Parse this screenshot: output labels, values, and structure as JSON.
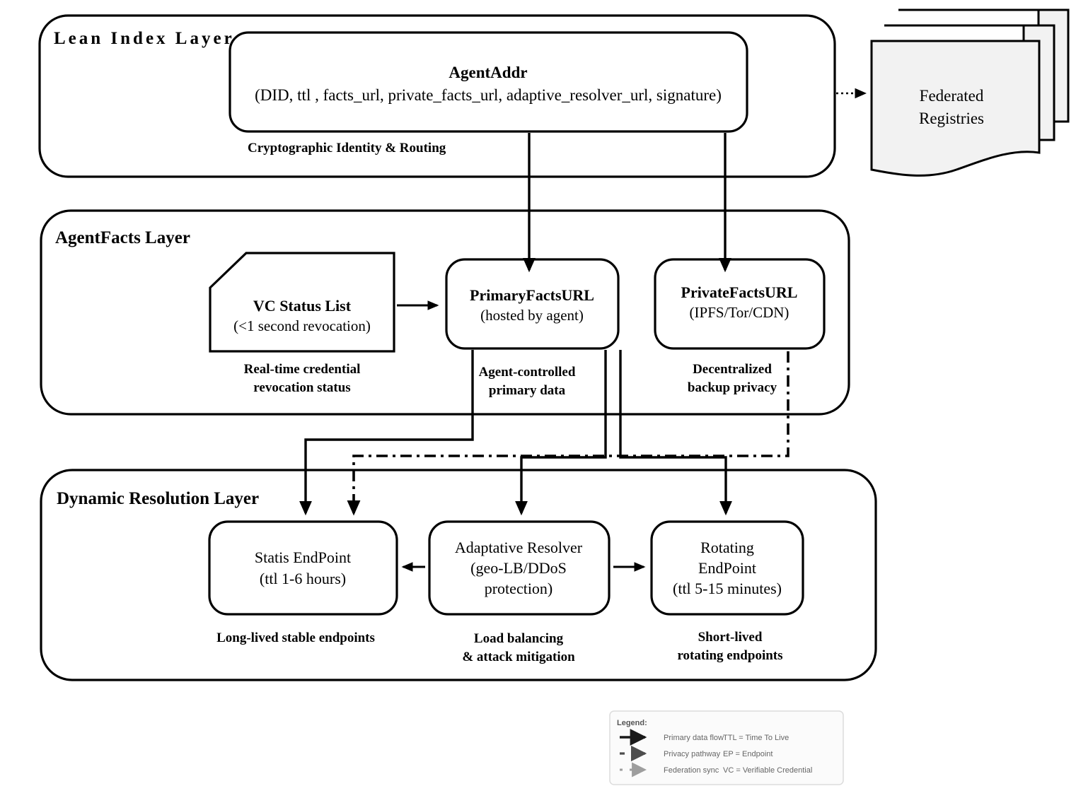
{
  "diagram": {
    "title": "Agent Addressing Layered Architecture",
    "background": "#ffffff",
    "ink": "#000000",
    "registry_fill": "#f2f2f2"
  },
  "layers": [
    {
      "id": "lean-index",
      "label": "Lean  Index  Layer"
    },
    {
      "id": "agentfacts",
      "label": "AgentFacts Layer"
    },
    {
      "id": "dynamic-resolution",
      "label": "Dynamic Resolution Layer"
    }
  ],
  "nodes": {
    "agentaddr": {
      "title": "AgentAddr",
      "signature": "(DID, ttl , facts_url, private_facts_url, adaptive_resolver_url, signature)",
      "caption": "Cryptographic Identity  &  Routing"
    },
    "federated_registries": {
      "line1": "Federated",
      "line2": "Registries"
    },
    "vc_status_list": {
      "title": "VC Status List",
      "subtitle": "(<1 second revocation)",
      "caption_line1": "Real-time credential",
      "caption_line2": "revocation status"
    },
    "primary_facts_url": {
      "title": "PrimaryFactsURL",
      "subtitle": "(hosted by agent)",
      "caption_line1": "Agent-controlled",
      "caption_line2": "primary data"
    },
    "private_facts_url": {
      "title": "PrivateFactsURL",
      "subtitle": "(IPFS/Tor/CDN)",
      "caption_line1": "Decentralized",
      "caption_line2": "backup privacy"
    },
    "static_endpoint": {
      "title": "Statis EndPoint",
      "subtitle": "(ttl 1-6 hours)",
      "caption_line1": "Long-lived stable endpoints"
    },
    "adaptive_resolver": {
      "title": "Adaptative  Resolver",
      "subtitle_line1": "(geo-LB/DDoS",
      "subtitle_line2": "protection)",
      "caption_line1": "Load balancing",
      "caption_line2": "& attack mitigation"
    },
    "rotating_endpoint": {
      "title_line1": "Rotating",
      "title_line2": "EndPoint",
      "subtitle": "(ttl 5-15 minutes)",
      "caption_line1": "Short-lived",
      "caption_line2": "rotating endpoints"
    }
  },
  "legend": {
    "title": "Legend:",
    "flows": [
      {
        "key": "primary-data-flow",
        "label": "Primary data flow",
        "style": "solid"
      },
      {
        "key": "privacy-pathway",
        "label": "Privacy pathway",
        "style": "dashed"
      },
      {
        "key": "federation-sync",
        "label": "Federation sync",
        "style": "dotted"
      }
    ],
    "abbreviations": [
      {
        "key": "ttl",
        "label": "TTL = Time To Live"
      },
      {
        "key": "ep",
        "label": "EP = Endpoint"
      },
      {
        "key": "vc",
        "label": "VC = Verifiable Credential"
      }
    ]
  }
}
